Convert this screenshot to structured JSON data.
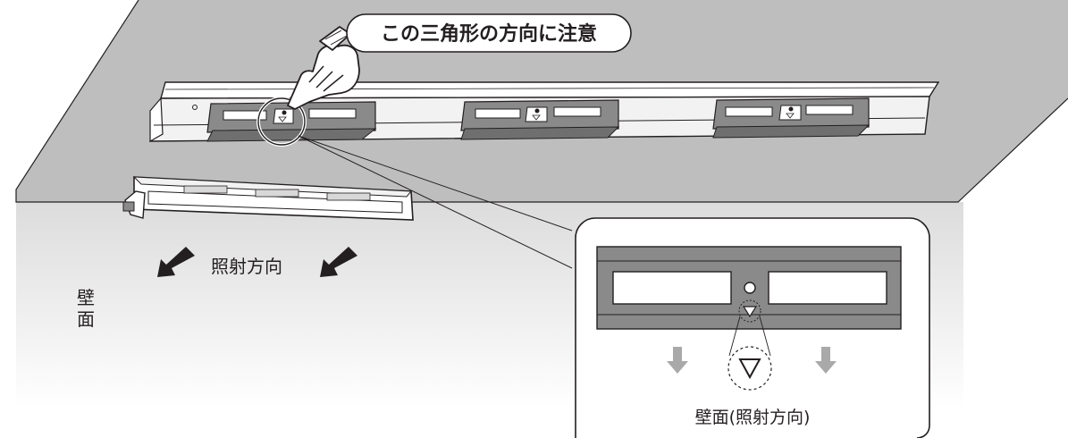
{
  "callout": {
    "text": "この三角形の方向に注意"
  },
  "irradiation_label": "照射方向",
  "wall_label": {
    "line1": "壁",
    "line2": "面"
  },
  "detail_caption": "壁面(照射方向)",
  "colors": {
    "ceiling": "#bebebe",
    "wall_top": "#dcdcdc",
    "outline": "#231f20",
    "rail_gray": "#8a8a8a",
    "arrow_gray": "#a9a9a9"
  },
  "icons": [
    "pointing-hand-icon",
    "arrow-down-left-icon",
    "arrow-down-icon",
    "triangle-marker-icon"
  ]
}
